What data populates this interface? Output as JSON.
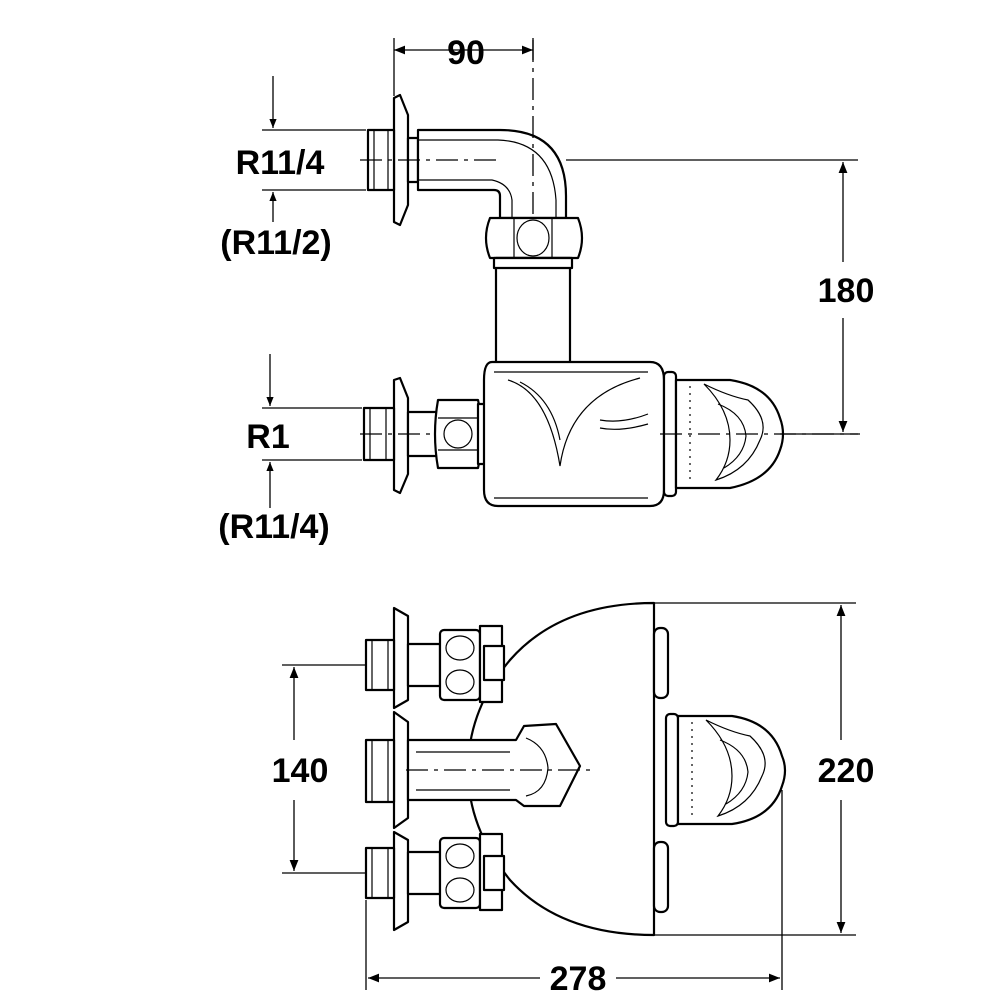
{
  "labels": {
    "top_pipe_thread": "R11/4",
    "top_pipe_thread_alt": "(R11/2)",
    "inlet_thread": "R1",
    "inlet_thread_alt": "(R11/4)"
  },
  "dimensions": {
    "offset_width": "90",
    "height": "180",
    "inlet_spacing": "140",
    "depth": "220",
    "total_width": "278"
  }
}
